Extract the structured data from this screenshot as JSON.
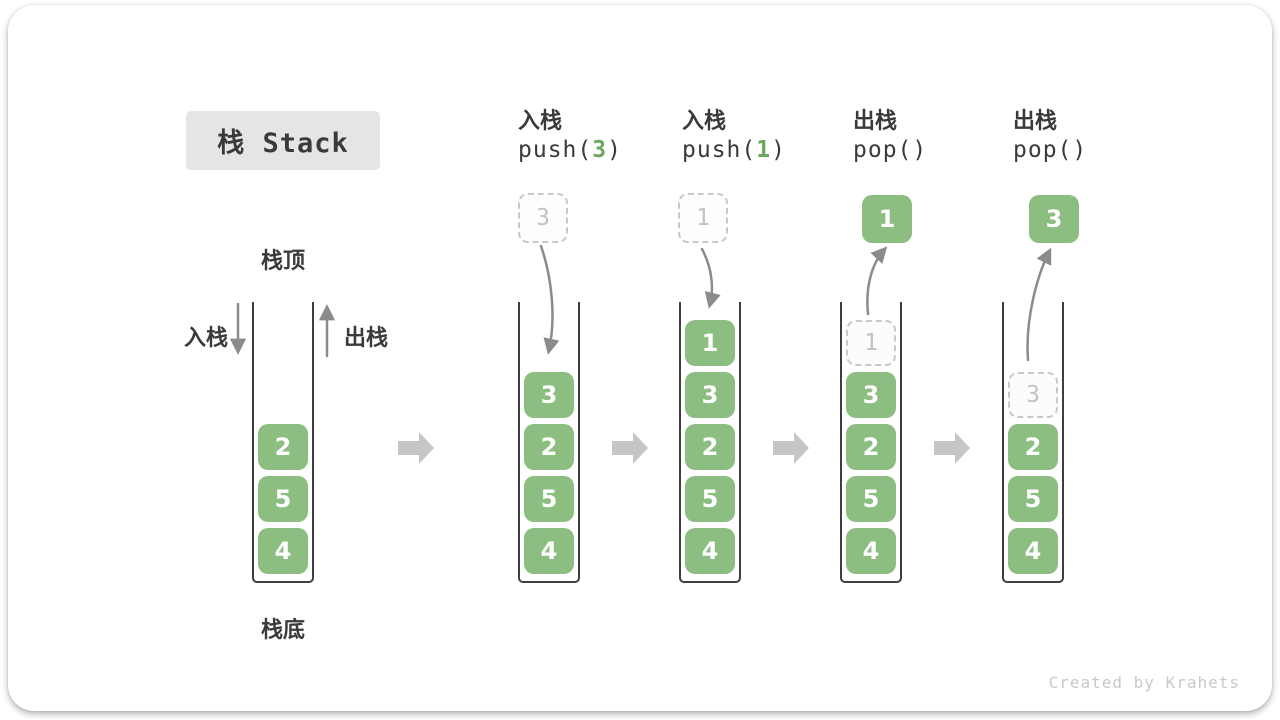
{
  "title": "栈 Stack",
  "first_stack": {
    "top_label": "栈顶",
    "bottom_label": "栈底",
    "push_label": "入栈",
    "pop_label": "出栈"
  },
  "footer_credit": "Created by Krahets",
  "colors": {
    "cell_green": "#8cbe82",
    "code_green": "#69a85b",
    "block_arrow_gray": "#c6c6c6",
    "curve_arrow_gray": "#8b8b8b",
    "ghost_border": "#c9c9c9",
    "ghost_text": "#c2c2c2",
    "container_stroke": "#3f3f3f",
    "text_dark": "#3a3a3a",
    "title_box_bg": "#e5e5e5",
    "footer_text": "#c9c9c9",
    "background": "#ffffff"
  },
  "steps": [
    {
      "name": "state-initial",
      "cells": [
        {
          "v": "2"
        },
        {
          "v": "5"
        },
        {
          "v": "4"
        }
      ]
    },
    {
      "name": "state-push-3",
      "op_label": "入栈",
      "code": {
        "pre": "push(",
        "arg": "3",
        "post": ")"
      },
      "floating": {
        "style": "dashed",
        "value": "3"
      },
      "cells": [
        {
          "v": "3"
        },
        {
          "v": "2"
        },
        {
          "v": "5"
        },
        {
          "v": "4"
        }
      ]
    },
    {
      "name": "state-push-1",
      "op_label": "入栈",
      "code": {
        "pre": "push(",
        "arg": "1",
        "post": ")"
      },
      "floating": {
        "style": "dashed",
        "value": "1"
      },
      "cells": [
        {
          "v": "1"
        },
        {
          "v": "3"
        },
        {
          "v": "2"
        },
        {
          "v": "5"
        },
        {
          "v": "4"
        }
      ]
    },
    {
      "name": "state-pop-1",
      "op_label": "出栈",
      "code": {
        "pre": "pop()",
        "arg": "",
        "post": ""
      },
      "floating": {
        "style": "solid",
        "value": "1"
      },
      "cells": [
        {
          "v": "1",
          "ghost": true
        },
        {
          "v": "3"
        },
        {
          "v": "2"
        },
        {
          "v": "5"
        },
        {
          "v": "4"
        }
      ]
    },
    {
      "name": "state-pop-3",
      "op_label": "出栈",
      "code": {
        "pre": "pop()",
        "arg": "",
        "post": ""
      },
      "floating": {
        "style": "solid",
        "value": "3"
      },
      "cells": [
        {
          "v": "3",
          "ghost": true
        },
        {
          "v": "2"
        },
        {
          "v": "5"
        },
        {
          "v": "4"
        }
      ]
    }
  ]
}
